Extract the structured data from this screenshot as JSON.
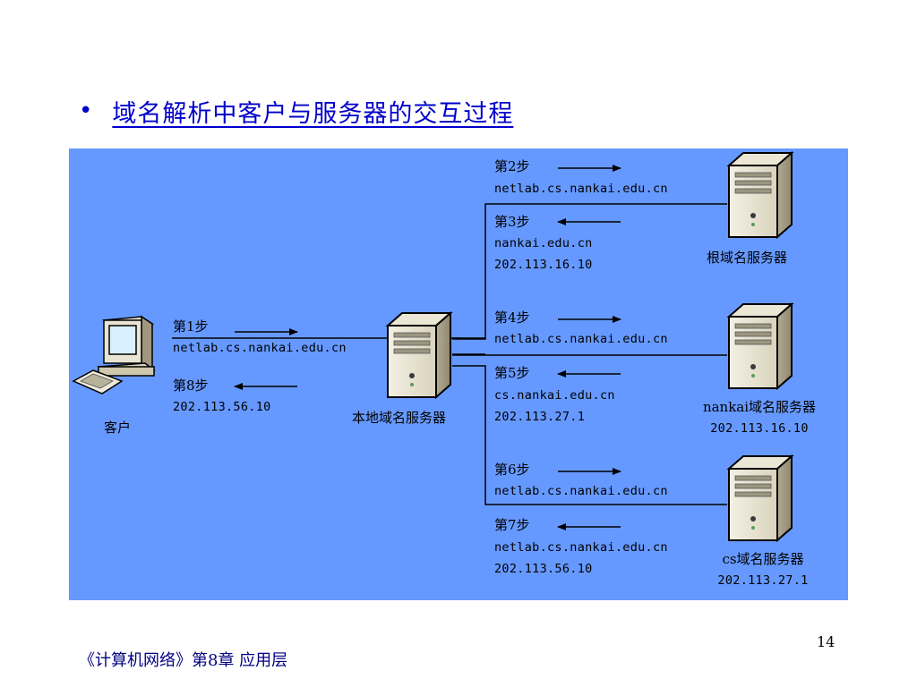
{
  "slide": {
    "bullet": "•",
    "title": "域名解析中客户与服务器的交互过程",
    "footer": "《计算机网络》第8章  应用层",
    "page_number": "14"
  },
  "nodes": {
    "client": {
      "label": "客户",
      "icon": "desktop-computer-icon"
    },
    "local_dns": {
      "label": "本地域名服务器",
      "icon": "server-tower-icon"
    },
    "root_dns": {
      "label": "根域名服务器",
      "icon": "server-tower-icon"
    },
    "nankai_dns": {
      "label": "nankai域名服务器",
      "ip": "202.113.16.10",
      "icon": "server-tower-icon"
    },
    "cs_dns": {
      "label": "cs域名服务器",
      "ip": "202.113.27.1",
      "icon": "server-tower-icon"
    }
  },
  "steps": {
    "s1": {
      "label": "第1步",
      "text": "netlab.cs.nankai.edu.cn",
      "direction": "right"
    },
    "s8": {
      "label": "第8步",
      "text": "202.113.56.10",
      "direction": "left"
    },
    "s2": {
      "label": "第2步",
      "text": "netlab.cs.nankai.edu.cn",
      "direction": "right"
    },
    "s3": {
      "label": "第3步",
      "text1": "nankai.edu.cn",
      "text2": "202.113.16.10",
      "direction": "left"
    },
    "s4": {
      "label": "第4步",
      "text": "netlab.cs.nankai.edu.cn",
      "direction": "right"
    },
    "s5": {
      "label": "第5步",
      "text1": "cs.nankai.edu.cn",
      "text2": "202.113.27.1",
      "direction": "left"
    },
    "s6": {
      "label": "第6步",
      "text": "netlab.cs.nankai.edu.cn",
      "direction": "right"
    },
    "s7": {
      "label": "第7步",
      "text1": "netlab.cs.nankai.edu.cn",
      "text2": "202.113.56.10",
      "direction": "left"
    }
  },
  "colors": {
    "background": "#6699ff",
    "title": "#0000cc",
    "footer": "#000080"
  }
}
